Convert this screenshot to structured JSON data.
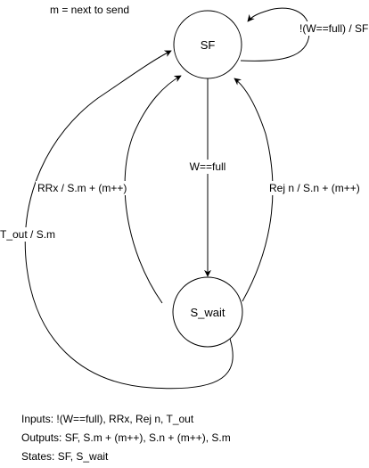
{
  "header_note": "m = next to send",
  "states": {
    "sf": "SF",
    "s_wait": "S_wait"
  },
  "transitions": {
    "self_loop": "!(W==full) / SF",
    "w_full": "W==full",
    "rrx": "RRx / S.m + (m++)",
    "rej": "Rej n / S.n + (m++)",
    "timeout": "T_out / S.m"
  },
  "legend": {
    "inputs": "Inputs: !(W==full), RRx, Rej n, T_out",
    "outputs": "Outputs: SF, S.m + (m++), S.n + (m++), S.m",
    "states": "States: SF, S_wait"
  }
}
